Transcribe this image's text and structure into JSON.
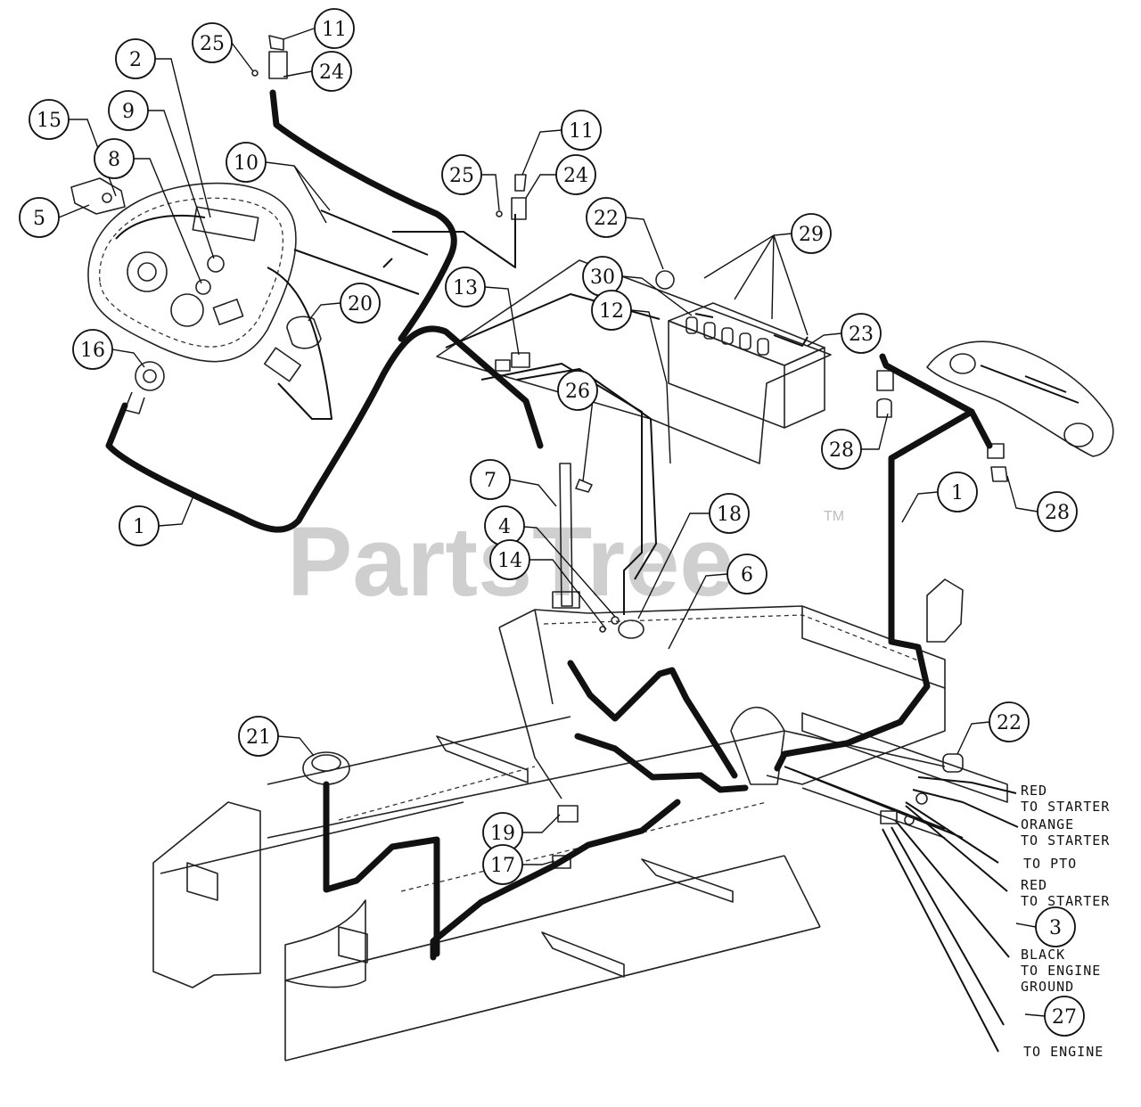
{
  "watermark": {
    "text": "PartsTree",
    "tm": "TM"
  },
  "callouts": [
    {
      "id": "c11a",
      "label": "11"
    },
    {
      "id": "c25a",
      "label": "25"
    },
    {
      "id": "c24a",
      "label": "24"
    },
    {
      "id": "c2",
      "label": "2"
    },
    {
      "id": "c9",
      "label": "9"
    },
    {
      "id": "c15",
      "label": "15"
    },
    {
      "id": "c8",
      "label": "8"
    },
    {
      "id": "c10",
      "label": "10"
    },
    {
      "id": "c5",
      "label": "5"
    },
    {
      "id": "c11b",
      "label": "11"
    },
    {
      "id": "c25b",
      "label": "25"
    },
    {
      "id": "c24b",
      "label": "24"
    },
    {
      "id": "c22a",
      "label": "22"
    },
    {
      "id": "c29",
      "label": "29"
    },
    {
      "id": "c30",
      "label": "30"
    },
    {
      "id": "c13",
      "label": "13"
    },
    {
      "id": "c12",
      "label": "12"
    },
    {
      "id": "c20",
      "label": "20"
    },
    {
      "id": "c23",
      "label": "23"
    },
    {
      "id": "c16",
      "label": "16"
    },
    {
      "id": "c26",
      "label": "26"
    },
    {
      "id": "c28a",
      "label": "28"
    },
    {
      "id": "c7",
      "label": "7"
    },
    {
      "id": "c1a",
      "label": "1"
    },
    {
      "id": "c1b",
      "label": "1"
    },
    {
      "id": "c28b",
      "label": "28"
    },
    {
      "id": "c18",
      "label": "18"
    },
    {
      "id": "c4",
      "label": "4"
    },
    {
      "id": "c14",
      "label": "14"
    },
    {
      "id": "c6",
      "label": "6"
    },
    {
      "id": "c22b",
      "label": "22"
    },
    {
      "id": "c21",
      "label": "21"
    },
    {
      "id": "c19",
      "label": "19"
    },
    {
      "id": "c17",
      "label": "17"
    },
    {
      "id": "c3",
      "label": "3"
    },
    {
      "id": "c27",
      "label": "27"
    }
  ],
  "wire_labels": [
    {
      "id": "red1",
      "lines": [
        "RED",
        "TO STARTER"
      ]
    },
    {
      "id": "orange",
      "lines": [
        "ORANGE",
        "TO STARTER"
      ]
    },
    {
      "id": "pto",
      "lines": [
        "TO PTO"
      ]
    },
    {
      "id": "red2",
      "lines": [
        "RED",
        "TO STARTER"
      ]
    },
    {
      "id": "black",
      "lines": [
        "BLACK",
        "TO ENGINE",
        "GROUND"
      ]
    },
    {
      "id": "engine",
      "lines": [
        "TO ENGINE"
      ]
    }
  ]
}
